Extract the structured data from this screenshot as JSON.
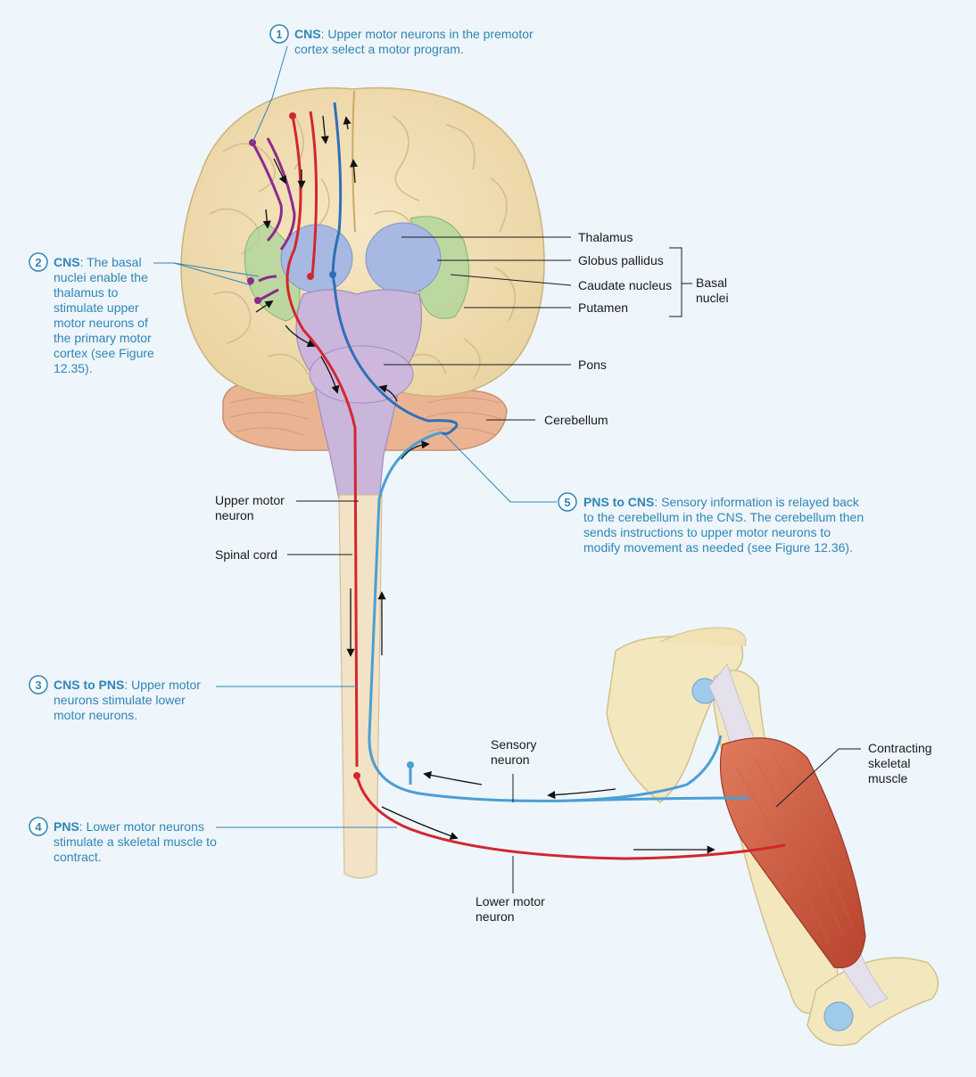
{
  "colors": {
    "background": "#eef5fb",
    "upper_motor_neuron": "#d3262e",
    "lower_motor_neuron": "#d3262e",
    "sensory_neuron": "#4a9fd4",
    "cerebellar_pathway": "#2f6fb8",
    "premotor_neuron": "#8e2a8c",
    "step_text": "#2f86b6"
  },
  "steps": [
    {
      "number": "1",
      "heading": "CNS",
      "text": [
        "Upper motor neurons in the premotor",
        "cortex select a motor program."
      ]
    },
    {
      "number": "2",
      "heading": "CNS",
      "text": [
        "The basal",
        "nuclei enable the",
        "thalamus to",
        "stimulate upper",
        "motor neurons of",
        "the primary motor",
        "cortex (see Figure",
        "12.35)."
      ]
    },
    {
      "number": "3",
      "heading": "CNS to PNS",
      "text": [
        "Upper motor",
        "neurons stimulate lower",
        "motor neurons."
      ]
    },
    {
      "number": "4",
      "heading": "PNS",
      "text": [
        "Lower motor neurons",
        "stimulate a skeletal muscle to",
        "contract."
      ]
    },
    {
      "number": "5",
      "heading": "PNS to CNS",
      "text": [
        "Sensory information is relayed back",
        "to the cerebellum in the CNS. The cerebellum then",
        "sends instructions to upper motor neurons to",
        "modify movement as needed (see Figure 12.36)."
      ]
    }
  ],
  "labels": {
    "thalamus": "Thalamus",
    "globus_pallidus": "Globus pallidus",
    "caudate_nucleus": "Caudate nucleus",
    "putamen": "Putamen",
    "basal_nuclei": [
      "Basal",
      "nuclei"
    ],
    "pons": "Pons",
    "cerebellum": "Cerebellum",
    "upper_motor_neuron": [
      "Upper motor",
      "neuron"
    ],
    "spinal_cord": "Spinal cord",
    "sensory_neuron": [
      "Sensory",
      "neuron"
    ],
    "contracting_skeletal_muscle": [
      "Contracting",
      "skeletal",
      "muscle"
    ],
    "lower_motor_neuron": [
      "Lower motor",
      "neuron"
    ]
  }
}
